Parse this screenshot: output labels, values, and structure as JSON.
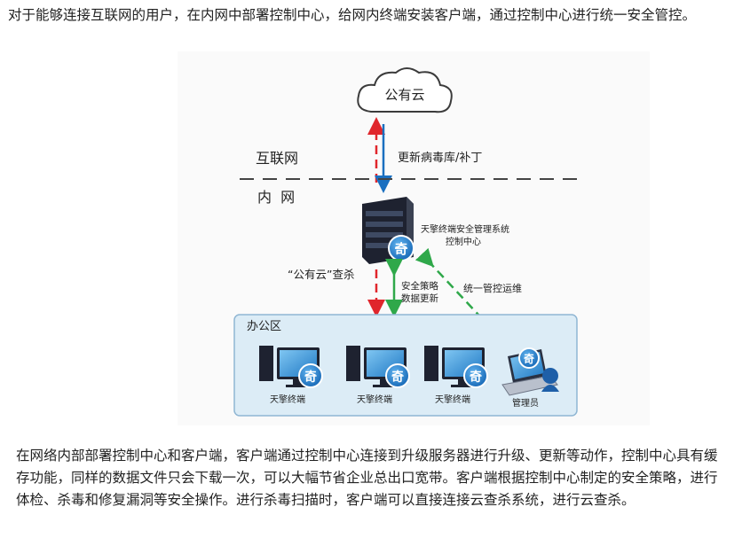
{
  "intro_text": "对于能够连接互联网的用户，在内网中部署控制中心，给网内终端安装客户端，通过控制中心进行统一安全管控。",
  "diagram": {
    "cloud_label": "公有云",
    "internet_label": "互联网",
    "intranet_label": "内  网",
    "update_label": "更新病毒库/补丁",
    "server_label_line1": "天擎终端安全管理系统",
    "server_label_line2": "控制中心",
    "cloud_scan_label": "“公有云”查杀",
    "policy_label_line1": "安全策略",
    "policy_label_line2": "数据更新",
    "unified_label": "统一管控运维",
    "office_label": "办公区",
    "client_labels": [
      "天擎终端",
      "天擎终端",
      "天擎终端"
    ],
    "admin_label": "管理员",
    "logo_glyph": "奇",
    "colors": {
      "red_arrow": "#e0262c",
      "blue_arrow": "#1a6fc0",
      "green_arrow": "#2fa84a",
      "office_fill": "#dcecf6",
      "office_border": "#8fb6d3"
    }
  },
  "body_text": "在网络内部部署控制中心和客户端，客户端通过控制中心连接到升级服务器进行升级、更新等动作，控制中心具有缓存功能，同样的数据文件只会下载一次，可以大幅节省企业总出口宽带。客户端根据控制中心制定的安全策略，进行体检、杀毒和修复漏洞等安全操作。进行杀毒扫描时，客户端可以直接连接云查杀系统，进行云查杀。"
}
